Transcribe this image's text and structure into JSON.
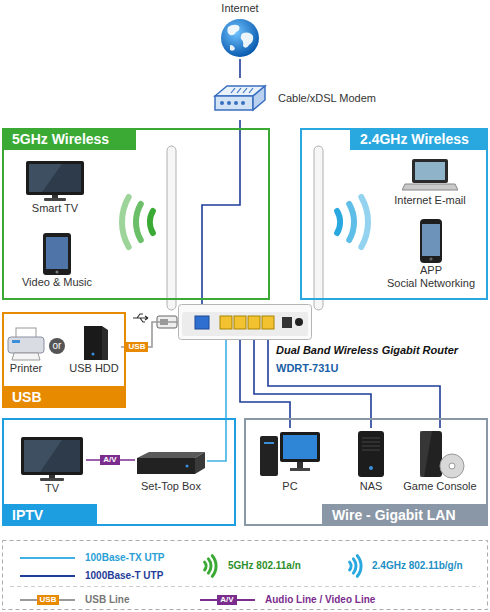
{
  "diagram": {
    "nodes": [
      {
        "text": [
          "Internet"
        ]
      },
      {
        "text": [
          "Cable/xDSL Modem"
        ]
      },
      {
        "text": [
          "5GHz Wireless"
        ]
      },
      {
        "text": [
          "Smart TV"
        ],
        "in": 2
      },
      {
        "text": [
          "Video & Music"
        ],
        "in": 2
      },
      {
        "text": [
          "2.4GHz Wireless"
        ]
      },
      {
        "text": [
          "Internet E-mail"
        ],
        "in": 5
      },
      {
        "text": [
          "APP",
          "Social Networking"
        ],
        "in": 5
      },
      {
        "text": [
          "Dual Band Wireless Gigabit Router",
          "WDRT-731U"
        ]
      },
      {
        "text": [
          "USB"
        ]
      },
      {
        "text": [
          "Printer"
        ],
        "in": 9
      },
      {
        "text": [
          "USB HDD"
        ],
        "in": 9
      },
      {
        "text": [
          "IPTV"
        ]
      },
      {
        "text": [
          "TV"
        ],
        "in": 12
      },
      {
        "text": [
          "Set-Top Box"
        ],
        "in": 12
      },
      {
        "text": [
          "Wire - Gigabit LAN"
        ]
      },
      {
        "text": [
          "PC"
        ],
        "in": 15
      },
      {
        "text": [
          "NAS"
        ],
        "in": 15
      },
      {
        "text": [
          "Game Console"
        ],
        "in": 15
      }
    ],
    "edges": [
      {
        "from": 0,
        "to": 1,
        "arrow": "none"
      },
      {
        "from": 1,
        "to": 8,
        "arrow": "none"
      },
      {
        "from": 8,
        "to": 11,
        "label": "USB",
        "arrow": "none"
      },
      {
        "from": 8,
        "to": 14,
        "arrow": "none"
      },
      {
        "from": 13,
        "to": 14,
        "label": "A/V",
        "arrow": "none"
      },
      {
        "from": 8,
        "to": 16,
        "arrow": "none"
      },
      {
        "from": 8,
        "to": 17,
        "arrow": "none"
      },
      {
        "from": 8,
        "to": 18,
        "arrow": "none"
      }
    ],
    "labels": [
      "or",
      "USB",
      "A/V"
    ],
    "legend": [
      {
        "text": "100Base-TX UTP"
      },
      {
        "text": "1000Base-T UTP"
      },
      {
        "text": "5GHz 802.11a/n"
      },
      {
        "text": "2.4GHz 802.11b/g/n"
      },
      {
        "text": "USB Line"
      },
      {
        "text": "Audio Line / Video Line"
      }
    ]
  }
}
